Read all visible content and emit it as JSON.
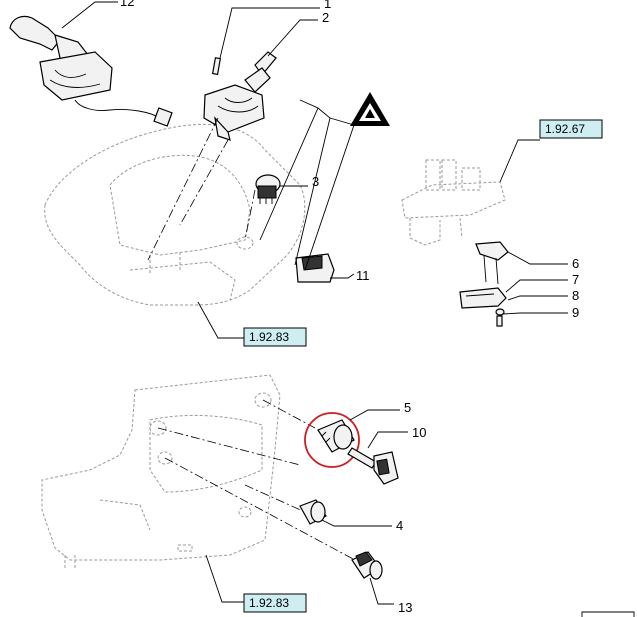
{
  "callouts": {
    "c1": "1",
    "c2": "2",
    "c3": "3",
    "c4": "4",
    "c5": "5",
    "c6": "6",
    "c7": "7",
    "c8": "8",
    "c9": "9",
    "c10": "10",
    "c11": "11",
    "c12": "12",
    "c13": "13"
  },
  "references": {
    "upper_right": "1.92.67",
    "middle_left": "1.92.83",
    "bottom_left": "1.92.83"
  },
  "colors": {
    "reference_box_fill": "#cfeef2",
    "highlight_circle": "#cc1f1f"
  }
}
